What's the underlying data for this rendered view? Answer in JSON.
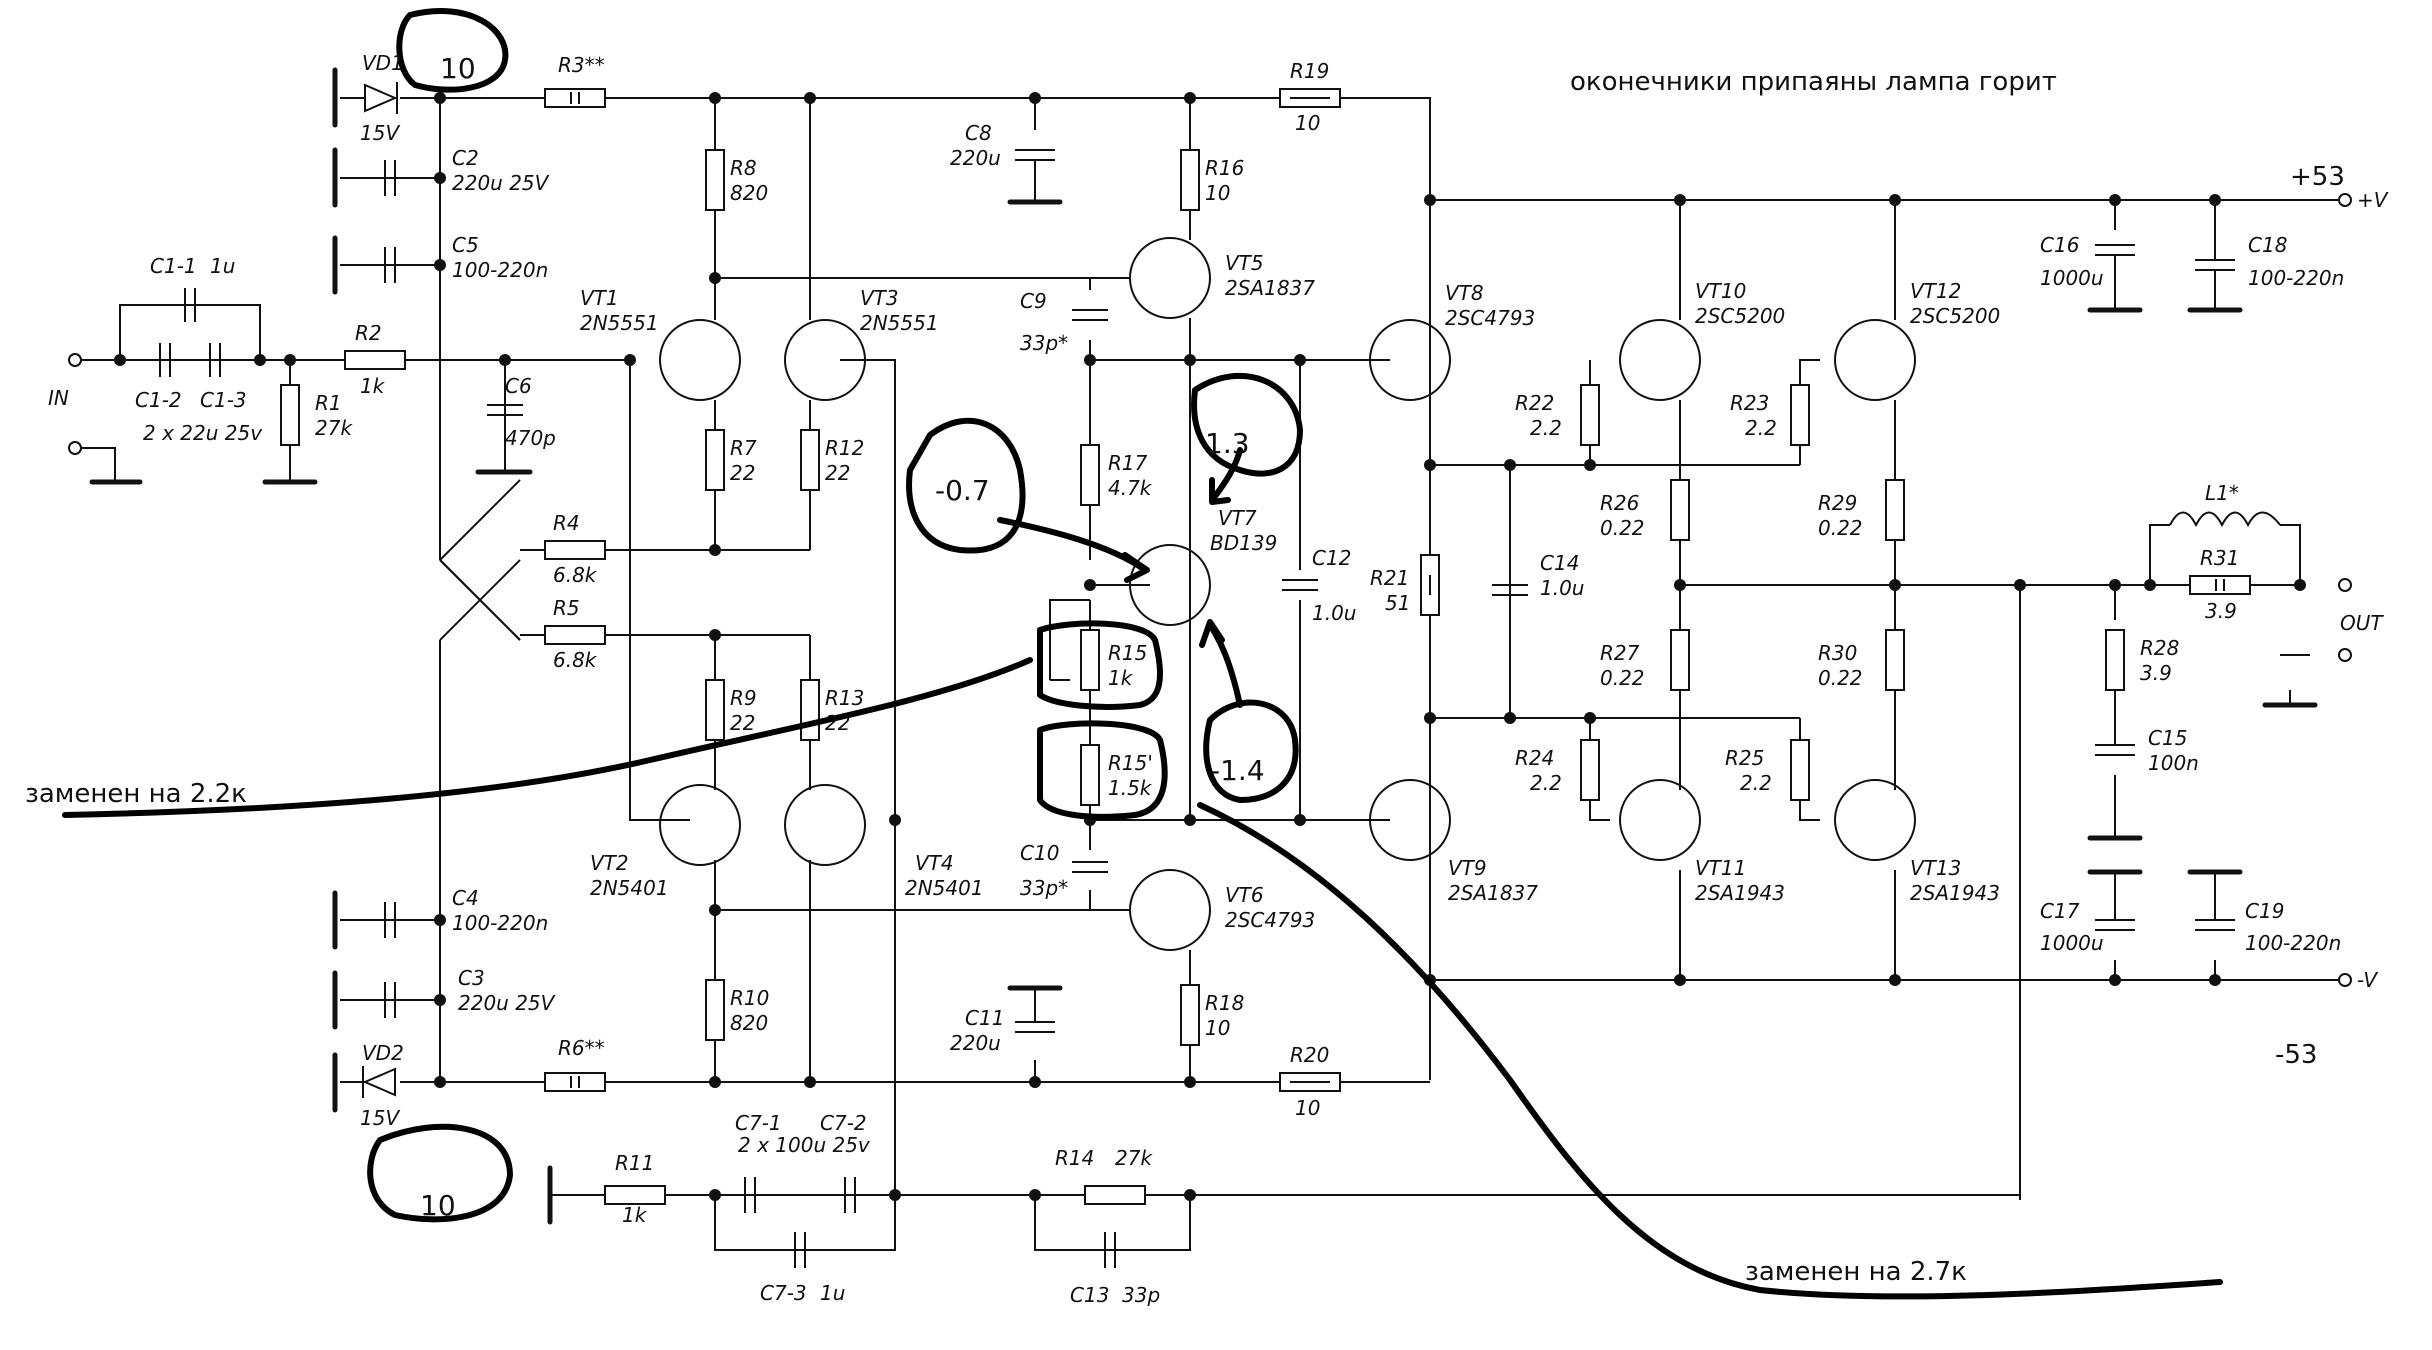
{
  "notes": {
    "top": "оконечники припаяны лампа горит",
    "left": "заменен на 2.2к",
    "bottom": "заменен на 2.7к"
  },
  "rails": {
    "pos_voltage": "+53",
    "neg_voltage": "-53",
    "pos_label": "+V",
    "neg_label": "-V"
  },
  "ports": {
    "in": "IN",
    "out": "OUT"
  },
  "annotations": {
    "vd1": "10",
    "vd2": "10",
    "a1": "-0.7",
    "a2": "1.3",
    "a3": "-1.4"
  },
  "components": {
    "VD1": {
      "ref": "VD1",
      "value": "15V"
    },
    "VD2": {
      "ref": "VD2",
      "value": "15V"
    },
    "R3": {
      "ref": "R3**"
    },
    "R6": {
      "ref": "R6**"
    },
    "C2": {
      "ref": "C2",
      "value": "220u 25V"
    },
    "C5": {
      "ref": "C5",
      "value": "100-220n"
    },
    "C1_1": {
      "ref": "C1-1",
      "value": "1u"
    },
    "C1_2": {
      "ref": "C1-2"
    },
    "C1_3": {
      "ref": "C1-3"
    },
    "C1_note": "2 x 22u 25v",
    "R1": {
      "ref": "R1",
      "value": "27k"
    },
    "R2": {
      "ref": "R2",
      "value": "1k"
    },
    "C6": {
      "ref": "C6",
      "value": "470p"
    },
    "VT1": {
      "ref": "VT1",
      "value": "2N5551"
    },
    "VT3": {
      "ref": "VT3",
      "value": "2N5551"
    },
    "VT2": {
      "ref": "VT2",
      "value": "2N5401"
    },
    "VT4": {
      "ref": "VT4",
      "value": "2N5401"
    },
    "R8": {
      "ref": "R8",
      "value": "820"
    },
    "R7": {
      "ref": "R7",
      "value": "22"
    },
    "R12": {
      "ref": "R12",
      "value": "22"
    },
    "R4": {
      "ref": "R4",
      "value": "6.8k"
    },
    "R5": {
      "ref": "R5",
      "value": "6.8k"
    },
    "R9": {
      "ref": "R9",
      "value": "22"
    },
    "R13": {
      "ref": "R13",
      "value": "22"
    },
    "R10": {
      "ref": "R10",
      "value": "820"
    },
    "C4": {
      "ref": "C4",
      "value": "100-220n"
    },
    "C3": {
      "ref": "C3",
      "value": "220u 25V"
    },
    "C8": {
      "ref": "C8",
      "value": "220u"
    },
    "C9": {
      "ref": "C9",
      "value": "33p*"
    },
    "C10": {
      "ref": "C10",
      "value": "33p*"
    },
    "C11": {
      "ref": "C11",
      "value": "220u"
    },
    "R16": {
      "ref": "R16",
      "value": "10"
    },
    "R18": {
      "ref": "R18",
      "value": "10"
    },
    "R17": {
      "ref": "R17",
      "value": "4.7k"
    },
    "R15": {
      "ref": "R15",
      "value": "1k"
    },
    "R15p": {
      "ref": "R15'",
      "value": "1.5k"
    },
    "VT5": {
      "ref": "VT5",
      "value": "2SA1837"
    },
    "VT6": {
      "ref": "VT6",
      "value": "2SC4793"
    },
    "VT7": {
      "ref": "VT7",
      "value": "BD139"
    },
    "C12": {
      "ref": "C12",
      "value": "1.0u"
    },
    "R19": {
      "ref": "R19",
      "value": "10"
    },
    "R20": {
      "ref": "R20",
      "value": "10"
    },
    "VT8": {
      "ref": "VT8",
      "value": "2SC4793"
    },
    "VT9": {
      "ref": "VT9",
      "value": "2SA1837"
    },
    "R21": {
      "ref": "R21",
      "value": "51"
    },
    "C14": {
      "ref": "C14",
      "value": "1.0u"
    },
    "R22": {
      "ref": "R22",
      "value": "2.2"
    },
    "R23": {
      "ref": "R23",
      "value": "2.2"
    },
    "R24": {
      "ref": "R24",
      "value": "2.2"
    },
    "R25": {
      "ref": "R25",
      "value": "2.2"
    },
    "R26": {
      "ref": "R26",
      "value": "0.22"
    },
    "R27": {
      "ref": "R27",
      "value": "0.22"
    },
    "R29": {
      "ref": "R29",
      "value": "0.22"
    },
    "R30": {
      "ref": "R30",
      "value": "0.22"
    },
    "VT10": {
      "ref": "VT10",
      "value": "2SC5200"
    },
    "VT12": {
      "ref": "VT12",
      "value": "2SC5200"
    },
    "VT11": {
      "ref": "VT11",
      "value": "2SA1943"
    },
    "VT13": {
      "ref": "VT13",
      "value": "2SA1943"
    },
    "C16": {
      "ref": "C16",
      "value": "1000u"
    },
    "C18": {
      "ref": "C18",
      "value": "100-220n"
    },
    "C17": {
      "ref": "C17",
      "value": "1000u"
    },
    "C19": {
      "ref": "C19",
      "value": "100-220n"
    },
    "L1": {
      "ref": "L1*"
    },
    "R31": {
      "ref": "R31",
      "value": "3.9"
    },
    "R28": {
      "ref": "R28",
      "value": "3.9"
    },
    "C15": {
      "ref": "C15",
      "value": "100n"
    },
    "R11": {
      "ref": "R11",
      "value": "1k"
    },
    "R14": {
      "ref": "R14",
      "value": "27k"
    },
    "C7_1": {
      "ref": "C7-1"
    },
    "C7_2": {
      "ref": "C7-2"
    },
    "C7_note": "2 x 100u 25v",
    "C7_3": {
      "ref": "C7-3",
      "value": "1u"
    },
    "C13": {
      "ref": "C13",
      "value": "33p"
    }
  }
}
